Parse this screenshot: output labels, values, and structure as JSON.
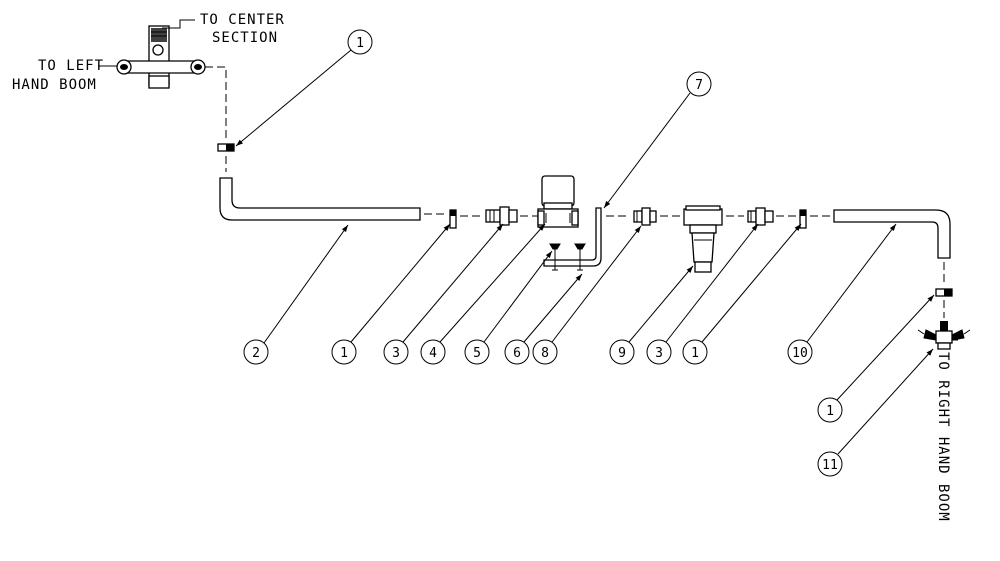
{
  "labels": {
    "to_center_section_line1": "TO CENTER",
    "to_center_section_line2": "SECTION",
    "to_left_hand_boom_line1": "TO LEFT",
    "to_left_hand_boom_line2": "HAND BOOM",
    "to_right_hand_boom": "TO RIGHT HAND BOOM"
  },
  "balloons": {
    "b1_top": "1",
    "b7": "7",
    "b2": "2",
    "b1_a": "1",
    "b3_a": "3",
    "b4": "4",
    "b5": "5",
    "b6": "6",
    "b8": "8",
    "b9": "9",
    "b3_b": "3",
    "b1_b": "1",
    "b10": "10",
    "b1_c": "1",
    "b11": "11"
  }
}
